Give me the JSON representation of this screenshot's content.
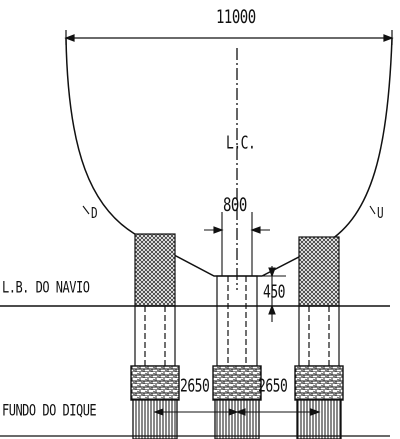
{
  "drawing": {
    "overall_width": "11000",
    "centerline": "L.C.",
    "keel_width": "800",
    "clearance": "450",
    "block_spacing_left": "2650",
    "block_spacing_right": "2650",
    "waterline_label": "L.B. DO NAVIO",
    "dock_floor_label": "FUNDO DO DIQUE",
    "mark_left": "D",
    "mark_right": "U"
  },
  "colors": {
    "line": "#111111",
    "background": "#ffffff",
    "hatch": "#555555"
  }
}
